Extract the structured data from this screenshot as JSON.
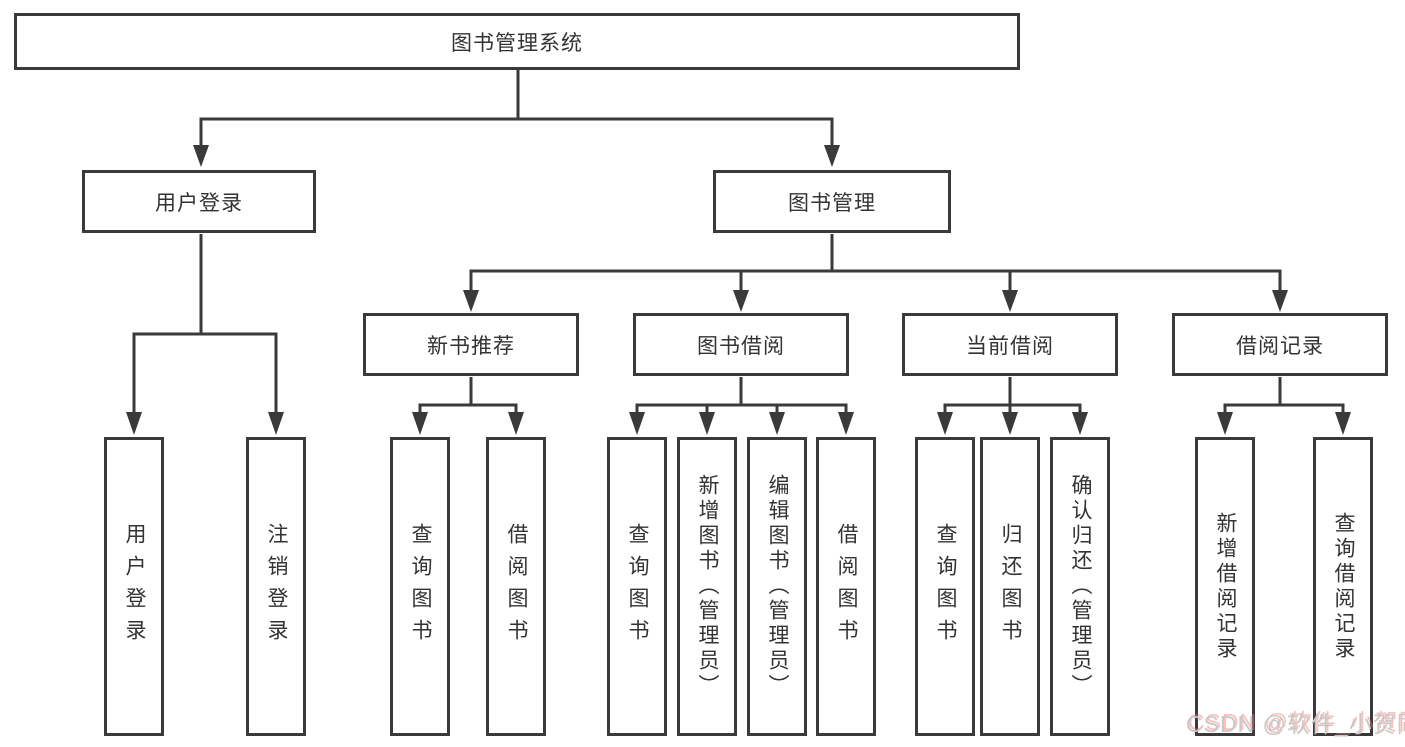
{
  "diagram_type": "hierarchy-tree",
  "colors": {
    "background": "#ffffff",
    "line": "#3a3a3a",
    "box_border": "#3a3a3a",
    "text": "#333333",
    "watermark_text": "#c8c8c8",
    "watermark_accent": "#ee786e"
  },
  "tree": {
    "label": "图书管理系统",
    "children": [
      {
        "label": "用户登录",
        "children": [
          {
            "label": "用户登录"
          },
          {
            "label": "注销登录"
          }
        ]
      },
      {
        "label": "图书管理",
        "children": [
          {
            "label": "新书推荐",
            "children": [
              {
                "label": "查询图书"
              },
              {
                "label": "借阅图书"
              }
            ]
          },
          {
            "label": "图书借阅",
            "children": [
              {
                "label": "查询图书"
              },
              {
                "label": "新增图书（管理员）"
              },
              {
                "label": "编辑图书（管理员）"
              },
              {
                "label": "借阅图书"
              }
            ]
          },
          {
            "label": "当前借阅",
            "children": [
              {
                "label": "查询图书"
              },
              {
                "label": "归还图书"
              },
              {
                "label": "确认归还（管理员）"
              }
            ]
          },
          {
            "label": "借阅记录",
            "children": [
              {
                "label": "新增借阅记录"
              },
              {
                "label": "查询借阅记录"
              }
            ]
          }
        ]
      }
    ]
  },
  "watermark": {
    "text": "CSDN @软件_小贺同学"
  }
}
